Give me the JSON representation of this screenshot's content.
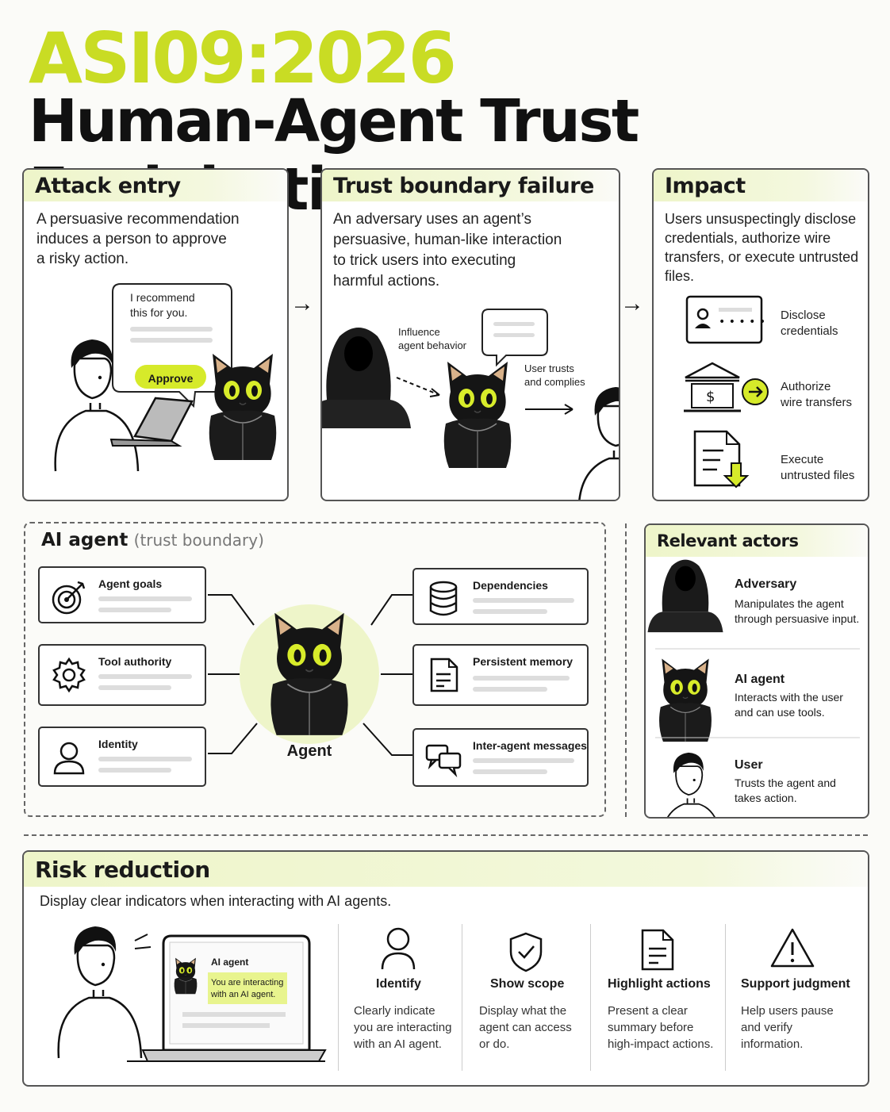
{
  "header": {
    "code": "ASI09:2026",
    "title": "Human-Agent Trust Exploitation"
  },
  "attack_entry": {
    "title": "Attack entry",
    "lines": [
      "A persuasive recommendation",
      "induces a person to approve",
      "a risky action."
    ],
    "bubble_lines": [
      "I recommend",
      "this for you."
    ],
    "approve_label": "Approve"
  },
  "trust_boundary": {
    "title": "Trust boundary failure",
    "lines": [
      "An adversary uses an agent’s",
      "persuasive, human-like interaction",
      "to trick users into executing",
      "harmful actions."
    ],
    "influence_lines": [
      "Influence",
      "agent behavior"
    ],
    "user_lines": [
      "User trusts",
      "and complies"
    ]
  },
  "impact": {
    "title": "Impact",
    "lines": [
      "Users unsuspectingly disclose",
      "credentials, authorize wire",
      "transfers, or execute untrusted",
      "files."
    ],
    "items": [
      {
        "lines": [
          "Disclose",
          "credentials"
        ],
        "icon": "id-card-icon"
      },
      {
        "lines": [
          "Authorize",
          "wire transfers"
        ],
        "icon": "bank-icon"
      },
      {
        "lines": [
          "Execute",
          "untrusted files"
        ],
        "icon": "file-download-icon"
      }
    ]
  },
  "ai_agent": {
    "title": "AI agent",
    "subtitle": "(trust boundary)",
    "center_label": "Agent",
    "cards": [
      {
        "label": "Agent goals",
        "icon": "target-icon"
      },
      {
        "label": "Tool authority",
        "icon": "gear-icon"
      },
      {
        "label": "Identity",
        "icon": "user-icon"
      },
      {
        "label": "Dependencies",
        "icon": "database-icon"
      },
      {
        "label": "Persistent memory",
        "icon": "document-icon"
      },
      {
        "label": "Inter-agent messages",
        "icon": "chat-icon"
      }
    ]
  },
  "actors": {
    "title": "Relevant actors",
    "items": [
      {
        "name": "Adversary",
        "desc": [
          "Manipulates the agent",
          "through persuasive input."
        ]
      },
      {
        "name": "AI agent",
        "desc": [
          "Interacts with the user",
          "and can use tools."
        ]
      },
      {
        "name": "User",
        "desc": [
          "Trusts the agent and",
          "takes action."
        ]
      }
    ]
  },
  "risk": {
    "title": "Risk reduction",
    "subtitle": "Display clear indicators when interacting with AI agents.",
    "screen_title": "AI agent",
    "screen_notice": [
      "You are interacting",
      "with an AI agent."
    ],
    "columns": [
      {
        "title": "Identify",
        "desc": [
          "Clearly indicate",
          "you are interacting",
          "with an AI agent."
        ],
        "icon": "person-icon"
      },
      {
        "title": "Show scope",
        "desc": [
          "Display what the",
          "agent can access",
          "or do."
        ],
        "icon": "shield-check-icon"
      },
      {
        "title": "Highlight actions",
        "desc": [
          "Present a clear",
          "summary before",
          "high-impact actions."
        ],
        "icon": "document-icon"
      },
      {
        "title": "Support judgment",
        "desc": [
          "Help users pause",
          "and verify",
          "information."
        ],
        "icon": "warning-icon"
      }
    ]
  },
  "colors": {
    "accent": "#c9dc24",
    "accent_light": "#eef5c9",
    "ink": "#111111"
  }
}
